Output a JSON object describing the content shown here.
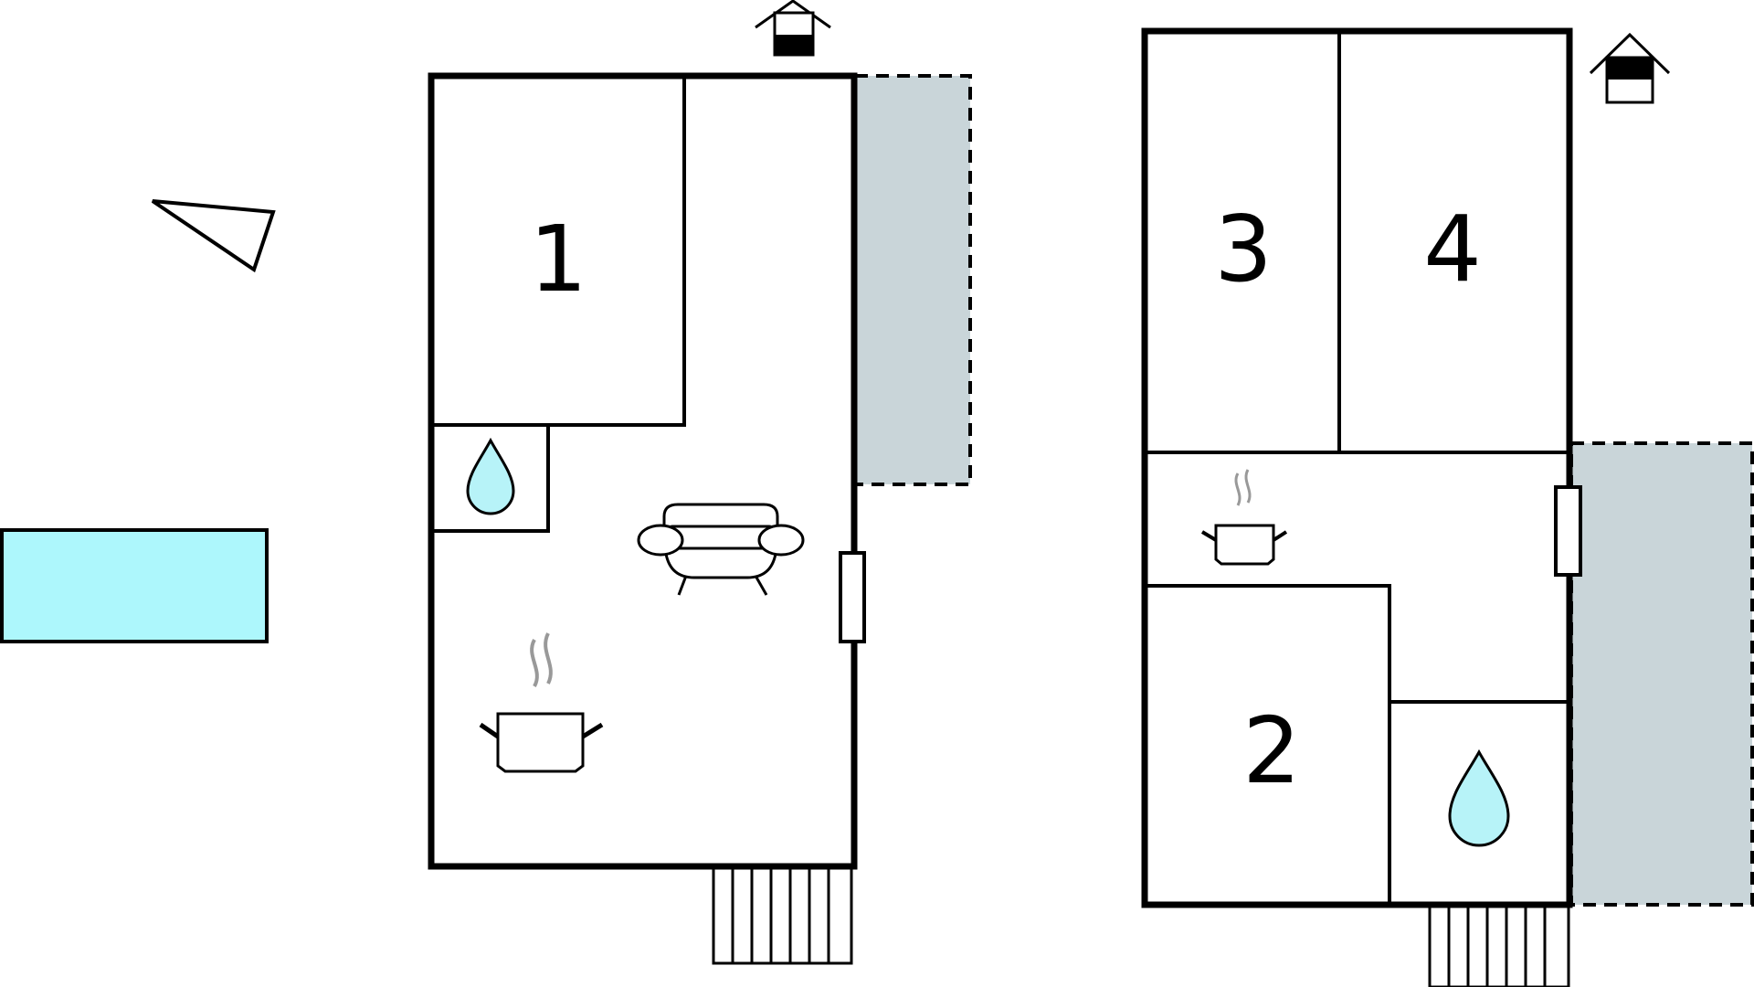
{
  "floor_plan": {
    "rooms": [
      {
        "id": "room-1",
        "label": "1"
      },
      {
        "id": "room-2",
        "label": "2"
      },
      {
        "id": "room-3",
        "label": "3"
      },
      {
        "id": "room-4",
        "label": "4"
      }
    ],
    "colors": {
      "wall": "#000000",
      "terrace": "#c9d5d9",
      "pool": "#adf7fc",
      "water_drop": "#b7f3f8",
      "steam": "#999999"
    },
    "icons": [
      "compass-arrow-icon",
      "pool-icon",
      "floor-indicator-icon",
      "water-drop-icon",
      "sofa-icon",
      "cooking-pot-icon",
      "door-icon",
      "steps-icon"
    ]
  }
}
